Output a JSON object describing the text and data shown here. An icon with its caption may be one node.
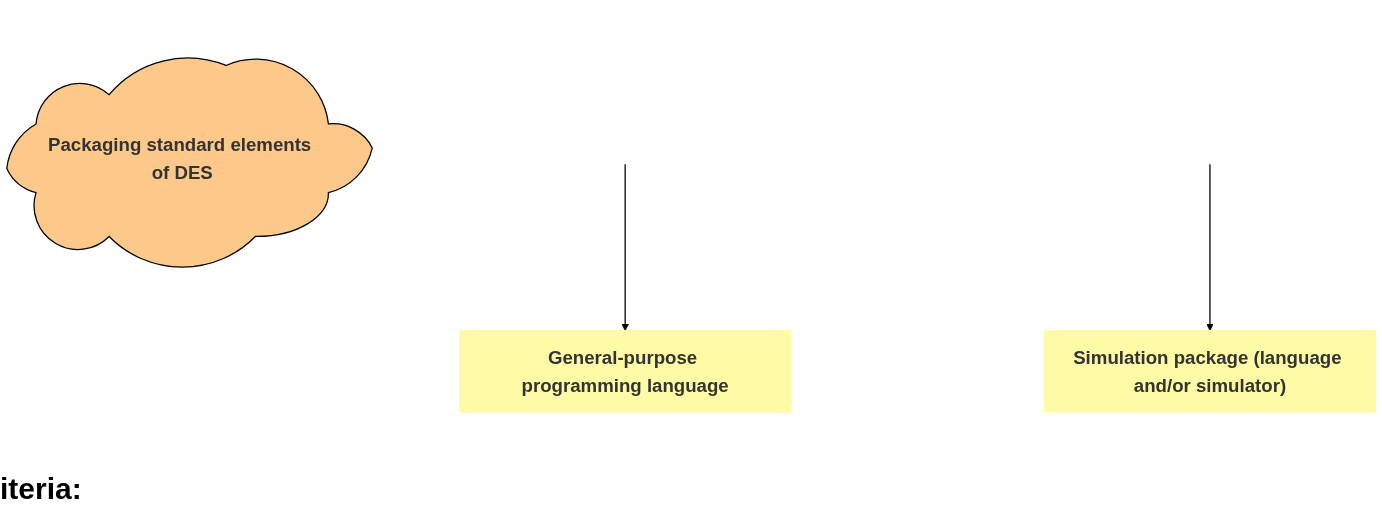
{
  "diagram": {
    "nodes": [
      {
        "text": [
          "General-purpose programming language"
        ]
      },
      {
        "text": [
          "Simulation package (language and/or simulator)"
        ]
      },
      {
        "text": [
          "Packaging standard elements of DES"
        ]
      }
    ],
    "edges": [
      {
        "from": null,
        "to": 0,
        "arrow": "to"
      },
      {
        "from": null,
        "to": 1,
        "arrow": "to"
      }
    ],
    "labels": [
      "iteria:"
    ]
  }
}
